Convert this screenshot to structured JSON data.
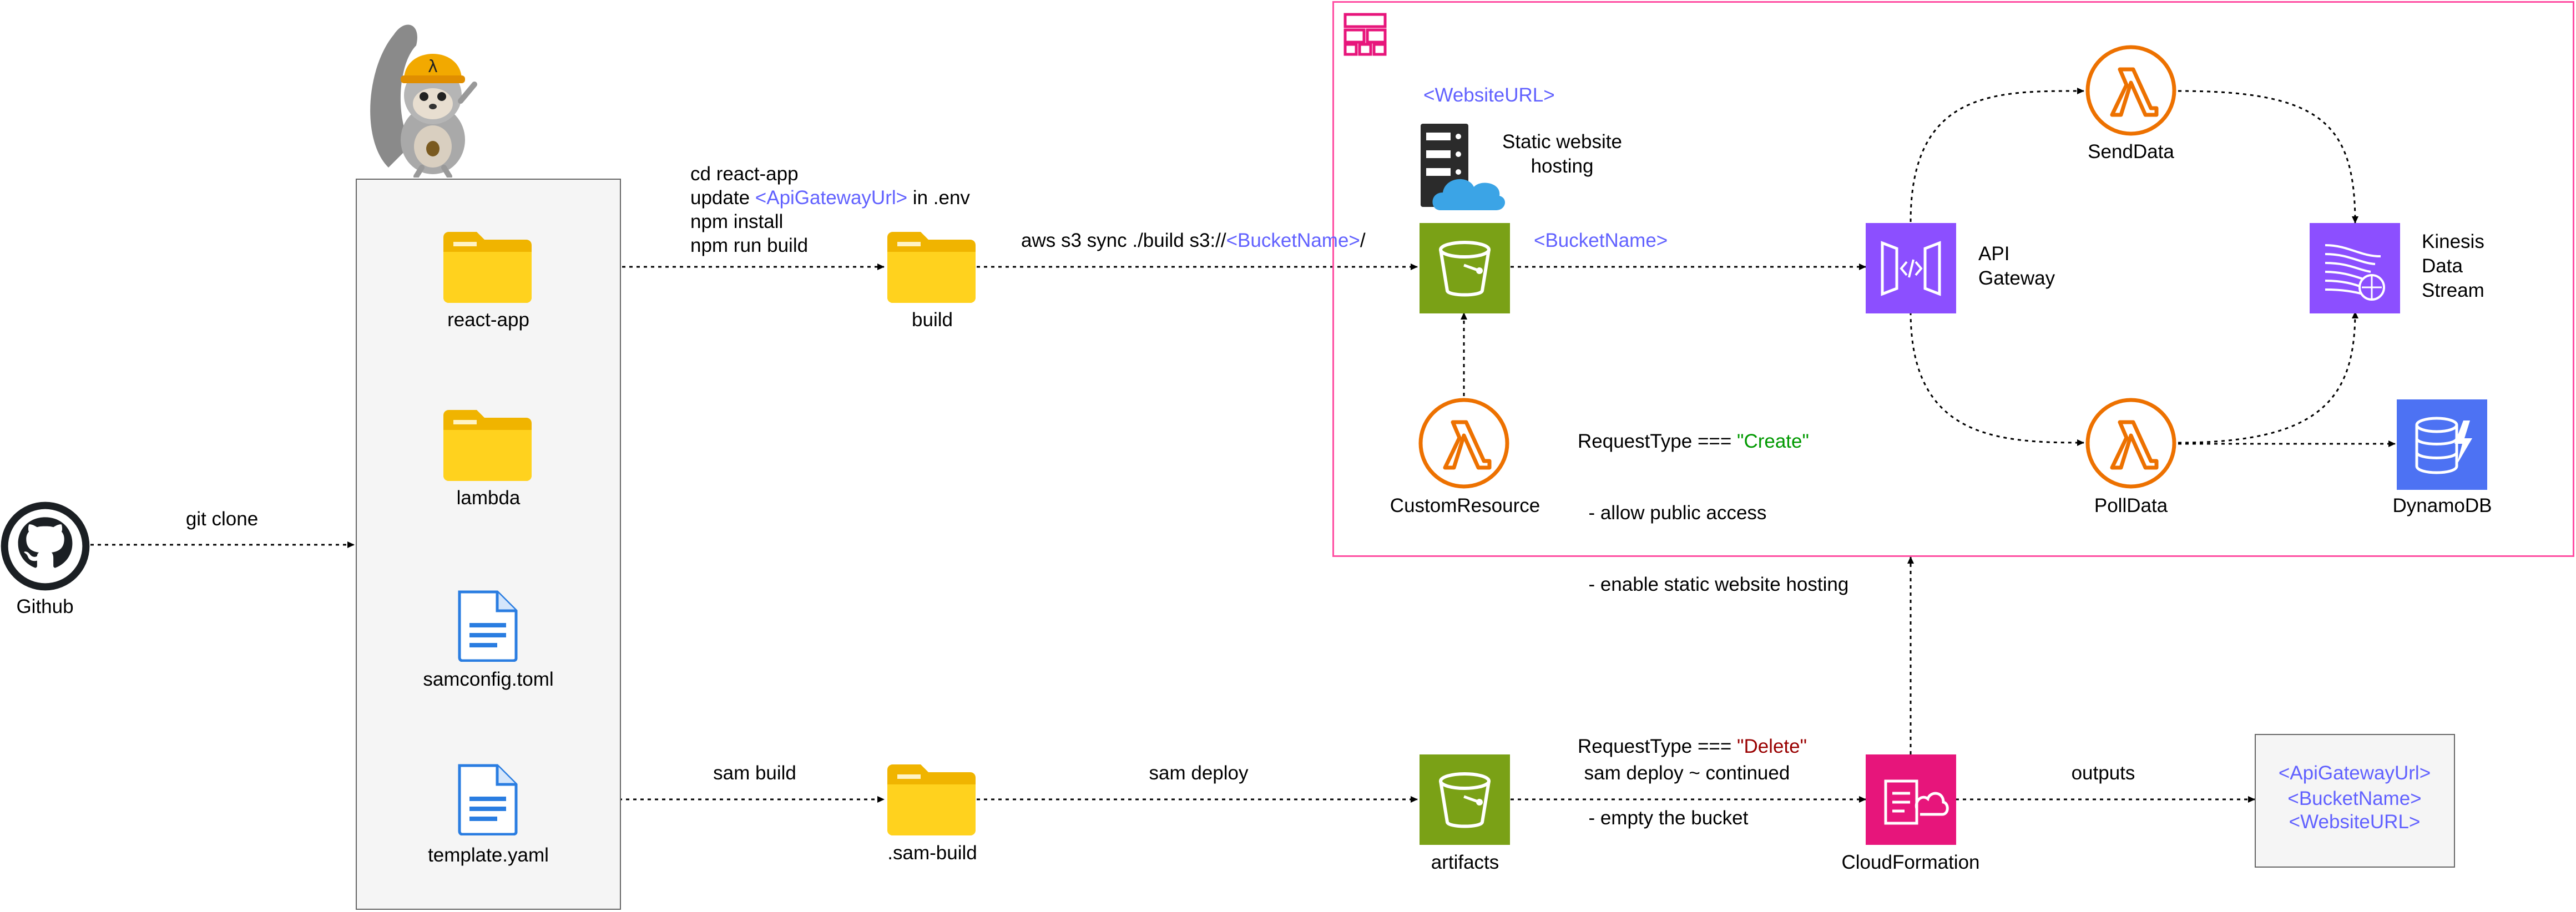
{
  "nodes": {
    "github": {
      "label": "Github",
      "icon": "github-icon"
    },
    "react_app": {
      "label": "react-app",
      "icon": "folder-icon"
    },
    "lambda": {
      "label": "lambda",
      "icon": "folder-icon"
    },
    "samconfig": {
      "label": "samconfig.toml",
      "icon": "document-icon"
    },
    "template": {
      "label": "template.yaml",
      "icon": "document-icon"
    },
    "build": {
      "label": "build",
      "icon": "folder-icon"
    },
    "sam_build": {
      "label": ".sam-build",
      "icon": "folder-icon"
    },
    "artifacts": {
      "label": "artifacts",
      "icon": "s3-bucket-icon"
    },
    "cloudformation": {
      "label": "CloudFormation",
      "icon": "cloudformation-icon"
    },
    "website_bucket": {
      "label": "",
      "icon": "s3-bucket-icon"
    },
    "custom_resource": {
      "label": "CustomResource",
      "icon": "lambda-icon"
    },
    "api_gateway": {
      "label_1": "API",
      "label_2": "Gateway",
      "icon": "api-gateway-icon"
    },
    "send_data": {
      "label": "SendData",
      "icon": "lambda-icon"
    },
    "poll_data": {
      "label": "PollData",
      "icon": "lambda-icon"
    },
    "kinesis": {
      "label_1": "Kinesis",
      "label_2": "Data",
      "label_3": "Stream",
      "icon": "kinesis-data-stream-icon"
    },
    "dynamodb": {
      "label": "DynamoDB",
      "icon": "dynamodb-icon"
    },
    "static_hosting": {
      "label_1": "Static website",
      "label_2": "hosting",
      "icon": "server-cloud-icon"
    }
  },
  "edges": {
    "git_clone": "git clone",
    "react_build": {
      "line_1": "cd react-app",
      "line_2_prefix": "update ",
      "line_2_var": "<ApiGatewayUrl>",
      "line_2_suffix": " in .env",
      "line_3": "npm install",
      "line_4": "npm run build"
    },
    "s3_sync": {
      "prefix": "aws s3 sync ./build s3://",
      "var": "<BucketName>",
      "suffix": "/"
    },
    "sam_build": "sam build",
    "sam_deploy": "sam deploy",
    "sam_deploy_continued": "sam deploy ~ continued",
    "outputs": "outputs",
    "bucket_name_to_api": "<BucketName>"
  },
  "website_url_label": "<WebsiteURL>",
  "custom_resource_notes": {
    "create_prefix": "RequestType === ",
    "create_value": "\"Create\"",
    "create_line_1": "  - allow public access",
    "create_line_2": "  - enable static website hosting",
    "delete_prefix": "RequestType === ",
    "delete_value": "\"Delete\"",
    "delete_line_1": "  - empty the bucket"
  },
  "outputs_box": [
    "<ApiGatewayUrl>",
    "<BucketName>",
    "<WebsiteURL>"
  ],
  "colors": {
    "aws_cloud_border": "#ff4fa3",
    "group_icon": "#e7157b",
    "folder": "#ffc83d",
    "s3_green": "#7aa116",
    "lambda_orange": "#ed7100",
    "api_purple": "#8c4fff",
    "dynamodb_blue": "#4d72f3",
    "cloudformation_pink": "#e7157b",
    "variable_blue": "#6161ff",
    "create_green": "#009900",
    "delete_red": "#990000"
  }
}
